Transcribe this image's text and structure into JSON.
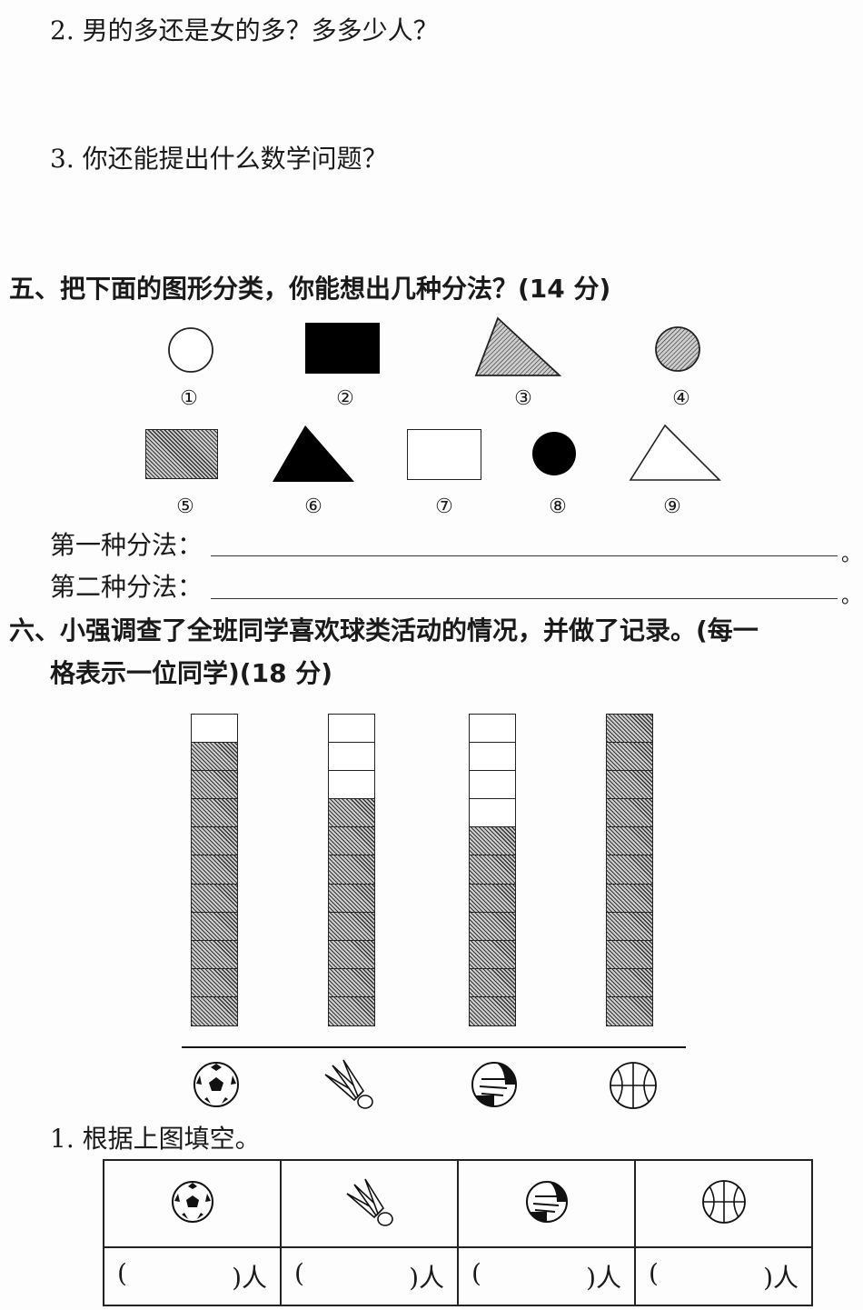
{
  "questions_top": [
    {
      "text": "2. 男的多还是女的多？多多少人？"
    },
    {
      "text": "3. 你还能提出什么数学问题？"
    }
  ],
  "section5": {
    "title": "五、把下面的图形分类，你能想出几种分法？(14 分)",
    "shapes": [
      {
        "num": "①",
        "shape": "circle",
        "fill": "white"
      },
      {
        "num": "②",
        "shape": "rectangle",
        "fill": "black"
      },
      {
        "num": "③",
        "shape": "triangle",
        "fill": "hatched"
      },
      {
        "num": "④",
        "shape": "circle",
        "fill": "hatched"
      },
      {
        "num": "⑤",
        "shape": "rectangle",
        "fill": "hatched"
      },
      {
        "num": "⑥",
        "shape": "triangle",
        "fill": "black"
      },
      {
        "num": "⑦",
        "shape": "rectangle",
        "fill": "white"
      },
      {
        "num": "⑧",
        "shape": "circle",
        "fill": "black"
      },
      {
        "num": "⑨",
        "shape": "triangle",
        "fill": "white"
      }
    ],
    "method1_label": "第一种分法：",
    "method2_label": "第二种分法：",
    "end_mark": "。"
  },
  "section6": {
    "title_line1": "六、小强调查了全班同学喜欢球类活动的情况，并做了记录。(每一",
    "title_line2": "格表示一位同学)(18 分)",
    "sub1": "1. 根据上图填空。",
    "answer_left": "(",
    "answer_right": ")人"
  },
  "chart_data": {
    "type": "bar",
    "categories": [
      "soccer-ball-icon",
      "badminton-shuttlecock-icon",
      "volleyball-icon",
      "basketball-icon"
    ],
    "values": [
      10,
      8,
      7,
      11
    ],
    "capacity": 11,
    "title": "",
    "xlabel": "",
    "ylabel": ""
  }
}
